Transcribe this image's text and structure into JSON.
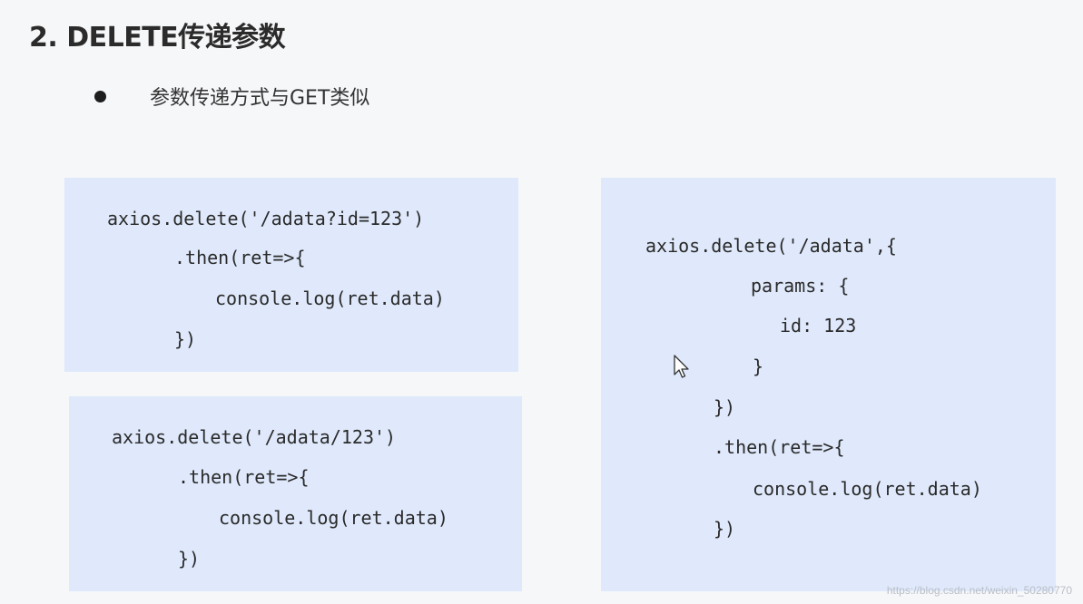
{
  "slide": {
    "title": "2. DELETE传递参数",
    "bullet": "参数传递方式与GET类似"
  },
  "code_blocks": [
    {
      "lines": [
        "axios.delete('/adata?id=123')",
        ".then(ret=>{",
        "console.log(ret.data)",
        "})"
      ]
    },
    {
      "lines": [
        "axios.delete('/adata/123')",
        ".then(ret=>{",
        "console.log(ret.data)",
        "})"
      ]
    },
    {
      "lines": [
        "axios.delete('/adata',{",
        "params: {",
        "id: 123",
        "}",
        "})",
        ".then(ret=>{",
        "console.log(ret.data)",
        "})"
      ]
    }
  ],
  "watermark": "https://blog.csdn.net/weixin_50280770"
}
